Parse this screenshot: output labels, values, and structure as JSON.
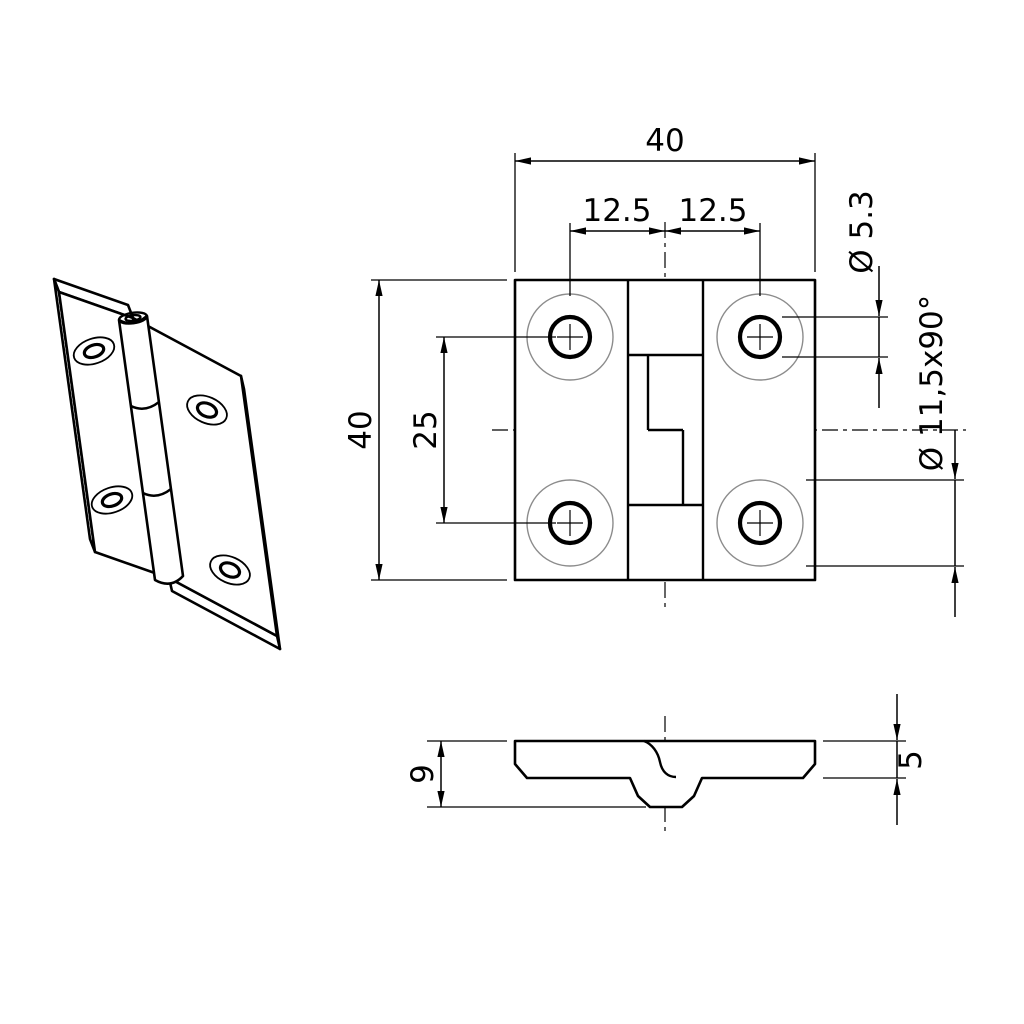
{
  "dimensions": {
    "front_width": "40",
    "front_height": "40",
    "hole_offset_left": "12.5",
    "hole_offset_right": "12.5",
    "hole_vertical_spacing": "25",
    "hole_diameter": "Ø 5.3",
    "countersink_spec": "Ø 11,5x90°",
    "side_total_height": "9",
    "leaf_thickness": "5"
  },
  "colors": {
    "line": "#000000",
    "thin_circle": "#8c8c8c",
    "background": "#ffffff"
  }
}
